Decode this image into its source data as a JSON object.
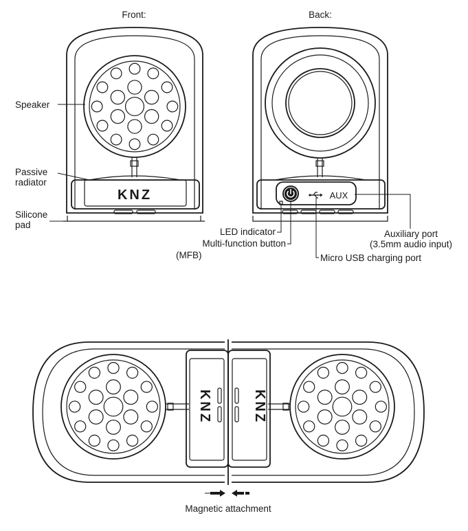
{
  "views": {
    "front": "Front:",
    "back": "Back:"
  },
  "front_labels": {
    "speaker": "Speaker",
    "passive_radiator": [
      "Passive",
      "radiator"
    ],
    "silicone_pad": [
      "Silicone",
      "pad"
    ],
    "logo": "KNZ"
  },
  "back_labels": {
    "led_indicator": "LED indicator",
    "mfb": [
      "Multi-function button",
      "(MFB)"
    ],
    "micro_usb": "Micro USB charging port",
    "aux_port": [
      "Auxiliary port",
      "(3.5mm audio input)"
    ],
    "aux_text": "AUX",
    "power_icon": "power-icon",
    "usb_icon": "usb-icon"
  },
  "bottom": {
    "caption": "Magnetic attachment",
    "left_logo": "KNZ",
    "right_logo": "KNZ"
  }
}
